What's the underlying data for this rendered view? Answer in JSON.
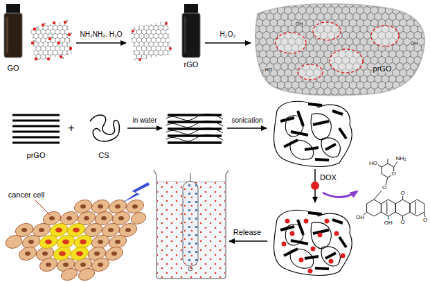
{
  "diagram": {
    "nodes": [
      {
        "text": [
          "GO"
        ]
      },
      {
        "text": [
          "rGO"
        ]
      },
      {
        "text": [
          "prGO"
        ]
      },
      {
        "text": [
          "prGO"
        ]
      },
      {
        "text": [
          "CS"
        ]
      }
    ],
    "edges": [
      {
        "from": 0,
        "to": 1,
        "label": "NH₂NH₂. H₂O",
        "arrow": "to"
      },
      {
        "from": 1,
        "to": 2,
        "label": "H₂O₂",
        "arrow": "to"
      }
    ],
    "labels": [
      "+",
      "in water",
      "sonication",
      "DOX",
      "Release",
      "cancer cell",
      "NH₂",
      "HO",
      "O",
      "O",
      "OH",
      "OH",
      "O",
      "O",
      "O",
      "HO",
      "OH",
      "OH"
    ]
  }
}
